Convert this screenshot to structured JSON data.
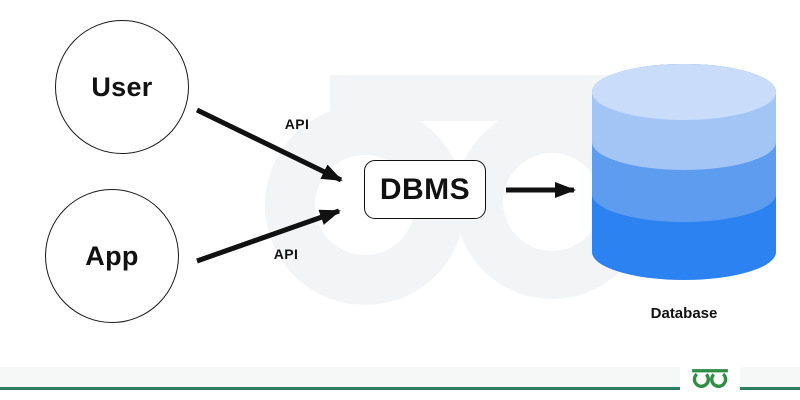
{
  "diagram": {
    "nodes": {
      "user": {
        "label": "User",
        "shape": "circle"
      },
      "app": {
        "label": "App",
        "shape": "circle"
      },
      "dbms": {
        "label": "DBMS",
        "shape": "rounded-rect"
      },
      "database": {
        "label": "Database",
        "shape": "cylinder"
      }
    },
    "edges": [
      {
        "from": "User",
        "to": "DBMS",
        "label": "API"
      },
      {
        "from": "App",
        "to": "DBMS",
        "label": "API"
      },
      {
        "from": "DBMS",
        "to": "Database",
        "label": ""
      }
    ]
  },
  "footer": {
    "logo": "geeksforgeeks-logo"
  },
  "colors": {
    "arrow": "#111111",
    "node-border": "#1a1a1a",
    "db-top": "#c9ddfa",
    "db-band2": "#a2c5f5",
    "db-band3": "#5e9cf0",
    "db-band4": "#2b82f0",
    "brand-green": "#2f8d46",
    "footer-line": "#2f7e62",
    "footer-band": "#f6f7f7",
    "watermark": "#f2f4f6"
  }
}
